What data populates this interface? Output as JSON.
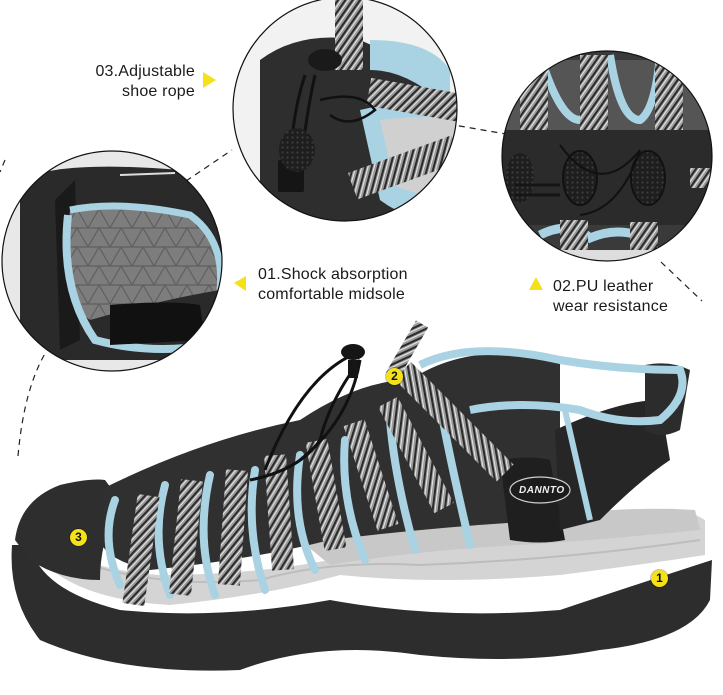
{
  "colors": {
    "background": "#ffffff",
    "accent_yellow": "#f5e11a",
    "sole_gray": "#d4d4d4",
    "outsole_dark": "#2d2d2d",
    "trim_blue": "#a9d3e3",
    "webbing_gray": "#8a8a8a",
    "text": "#1a1a1a"
  },
  "features": [
    {
      "number": "01",
      "line1": "01.Shock absorption",
      "line2": "comfortable midsole",
      "badge": "1",
      "icon": "triangle-left-icon"
    },
    {
      "number": "02",
      "line1": "02.PU leather",
      "line2": "wear resistance",
      "badge": "2",
      "icon": "triangle-up-icon"
    },
    {
      "number": "03",
      "line1": "03.Adjustable",
      "line2": "shoe rope",
      "badge": "3",
      "icon": "triangle-right-icon"
    }
  ],
  "product": {
    "brand_label": "DANNTO",
    "description": "Closed-toe sport sandal with bungee lace"
  },
  "callouts": {
    "midsole_circle": "heel-midsole-closeup",
    "lace_circle": "adjustable-lace-closeup",
    "leather_circle": "pu-leather-closeup"
  }
}
